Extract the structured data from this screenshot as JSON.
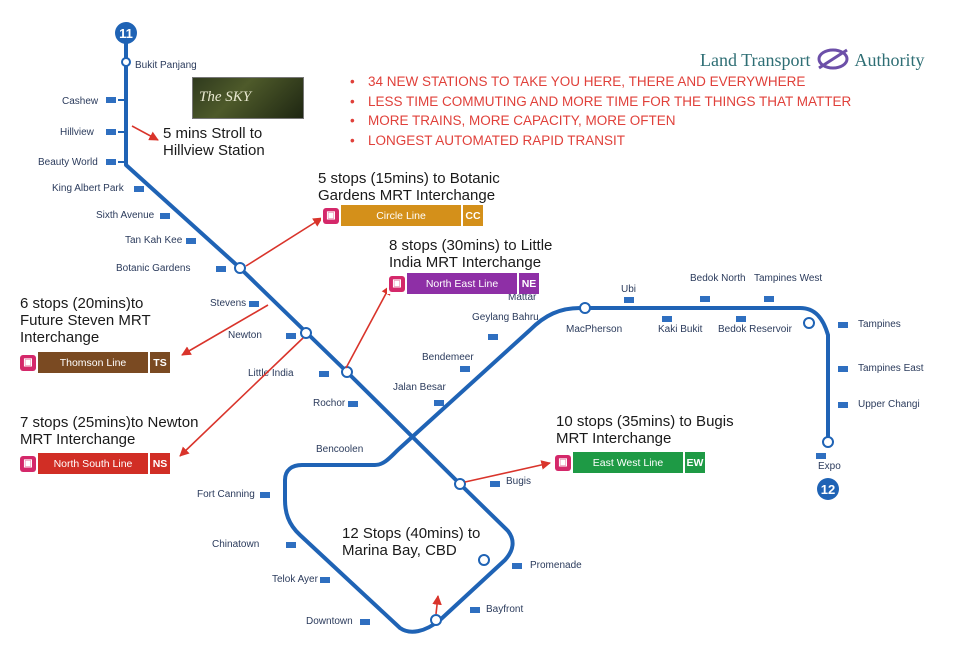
{
  "line_numbers": {
    "start": "11",
    "end": "12"
  },
  "authority": {
    "left": "Land Transport",
    "right": "Authority"
  },
  "development": {
    "name": "The SKY"
  },
  "bullets": [
    "34 NEW STATIONS TO TAKE YOU HERE, THERE AND EVERYWHERE",
    "LESS TIME COMMUTING AND MORE TIME FOR THE THINGS THAT MATTER",
    "MORE TRAINS, MORE CAPACITY, MORE OFTEN",
    "LONGEST AUTOMATED RAPID TRANSIT"
  ],
  "callouts": {
    "hillview": "5 mins Stroll to Hillview Station",
    "botanic": "5 stops (15mins) to Botanic Gardens MRT Interchange",
    "little_india": "8 stops (30mins) to Little India MRT Interchange",
    "stevens": "6 stops (20mins)to Future Steven MRT Interchange",
    "newton": "7 stops (25mins)to Newton MRT Interchange",
    "bugis": "10 stops (35mins) to Bugis MRT Interchange",
    "marina": "12 Stops (40mins) to Marina Bay, CBD"
  },
  "lines": {
    "circle": {
      "name": "Circle Line",
      "code": "CC",
      "color": "#d4901a"
    },
    "north_east": {
      "name": "North East Line",
      "code": "NE",
      "color": "#8e2fa6"
    },
    "thomson": {
      "name": "Thomson Line",
      "code": "TS",
      "color": "#7a4a22"
    },
    "north_south": {
      "name": "North South Line",
      "code": "NS",
      "color": "#d12e25"
    },
    "east_west": {
      "name": "East West Line",
      "code": "EW",
      "color": "#1e9a45"
    },
    "downtown_color": "#1f63b5"
  },
  "stations": {
    "bukit_panjang": "Bukit Panjang",
    "cashew": "Cashew",
    "hillview": "Hillview",
    "beauty_world": "Beauty World",
    "king_albert_park": "King Albert Park",
    "sixth_avenue": "Sixth Avenue",
    "tan_kah_kee": "Tan Kah Kee",
    "botanic_gardens": "Botanic Gardens",
    "stevens": "Stevens",
    "newton": "Newton",
    "little_india": "Little India",
    "rochor": "Rochor",
    "jalan_besar": "Jalan Besar",
    "bendemeer": "Bendemeer",
    "geylang_bahru": "Geylang Bahru",
    "mattar": "Mattar",
    "macpherson": "MacPherson",
    "ubi": "Ubi",
    "kaki_bukit": "Kaki Bukit",
    "bedok_north": "Bedok North",
    "bedok_reservoir": "Bedok Reservoir",
    "tampines_west": "Tampines West",
    "tampines": "Tampines",
    "tampines_east": "Tampines East",
    "upper_changi": "Upper Changi",
    "expo": "Expo",
    "bugis": "Bugis",
    "promenade": "Promenade",
    "bayfront": "Bayfront",
    "downtown": "Downtown",
    "telok_ayer": "Telok Ayer",
    "chinatown": "Chinatown",
    "fort_canning": "Fort Canning",
    "bencoolen": "Bencoolen"
  }
}
